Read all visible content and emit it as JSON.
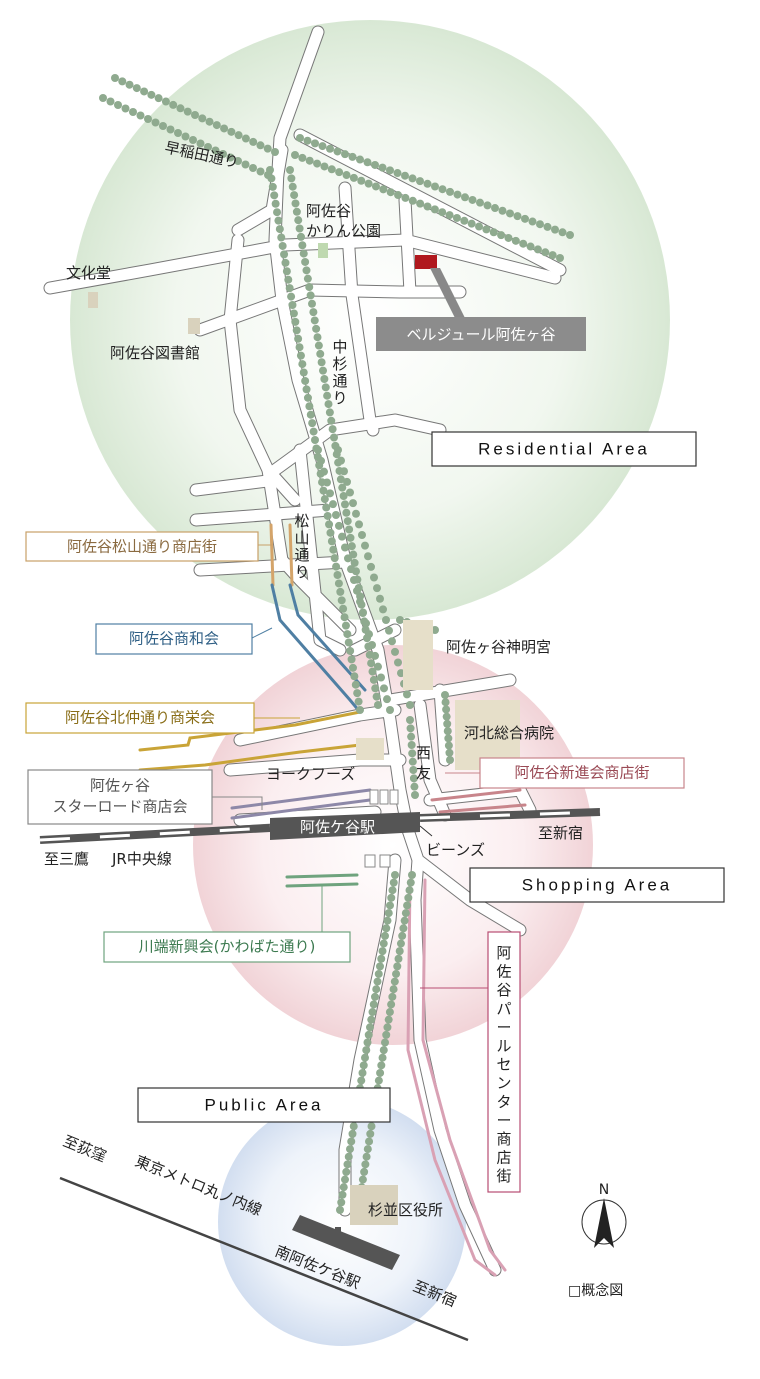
{
  "colors": {
    "residential_zone": "#e3efe1",
    "shopping_zone": "#f7dfe2",
    "public_zone": "#dfe8f4",
    "tree": "#8faa8f",
    "building_red": "#b0181e",
    "building_tan": "#d9d2bd",
    "park_green": "#bfd9b0",
    "rail": "#555555",
    "matsuyama": "#d4a46a",
    "showa": "#4f7fa3",
    "kitanaka": "#c9a437",
    "starroad": "#8d88a8",
    "shinshinkai": "#c8858b",
    "kawabata": "#6fa37e",
    "pearl": "#b84e73"
  },
  "map": {
    "areas": {
      "residential": "Residential Area",
      "shopping": "Shopping Area",
      "public": "Public Area"
    },
    "places": {
      "waseda": "早稲田通り",
      "park_line1": "阿佐谷",
      "park_line2": "かりん公園",
      "bunkado": "文化堂",
      "library": "阿佐谷図書館",
      "shinmeigu": "阿佐ヶ谷神明宮",
      "hospital": "河北総合病院",
      "yorkfoods": "ヨークフーズ",
      "seiyu_1": "西",
      "seiyu_2": "友",
      "station": "阿佐ケ谷駅",
      "beans": "ビーンズ",
      "jr_west": "至三鷹",
      "jr_line": "JR中央線",
      "jr_east": "至新宿",
      "metro_west": "至荻窪",
      "metro_line": "東京メトロ丸ノ内線",
      "metro_station": "南阿佐ケ谷駅",
      "metro_east": "至新宿",
      "ward_office": "杉並区役所",
      "north": "N",
      "legend": "□概念図"
    },
    "vertical": {
      "nakasugi": [
        "中",
        "杉",
        "通",
        "り"
      ],
      "matsuyama_street": [
        "松",
        "山",
        "通",
        "り"
      ],
      "pearl": [
        "阿",
        "佐",
        "谷",
        "パ",
        "ー",
        "ル",
        "セ",
        "ン",
        "タ",
        "ー",
        "商",
        "店",
        "街"
      ]
    },
    "callouts": {
      "property": "ベルジュール阿佐ヶ谷",
      "matsuyama": "阿佐谷松山通り商店街",
      "showa": "阿佐谷商和会",
      "kitanaka": "阿佐谷北仲通り商栄会",
      "starroad_1": "阿佐ヶ谷",
      "starroad_2": "スターロード商店会",
      "shinshinkai": "阿佐谷新進会商店街",
      "kawabata": "川端新興会(かわばた通り)"
    }
  }
}
